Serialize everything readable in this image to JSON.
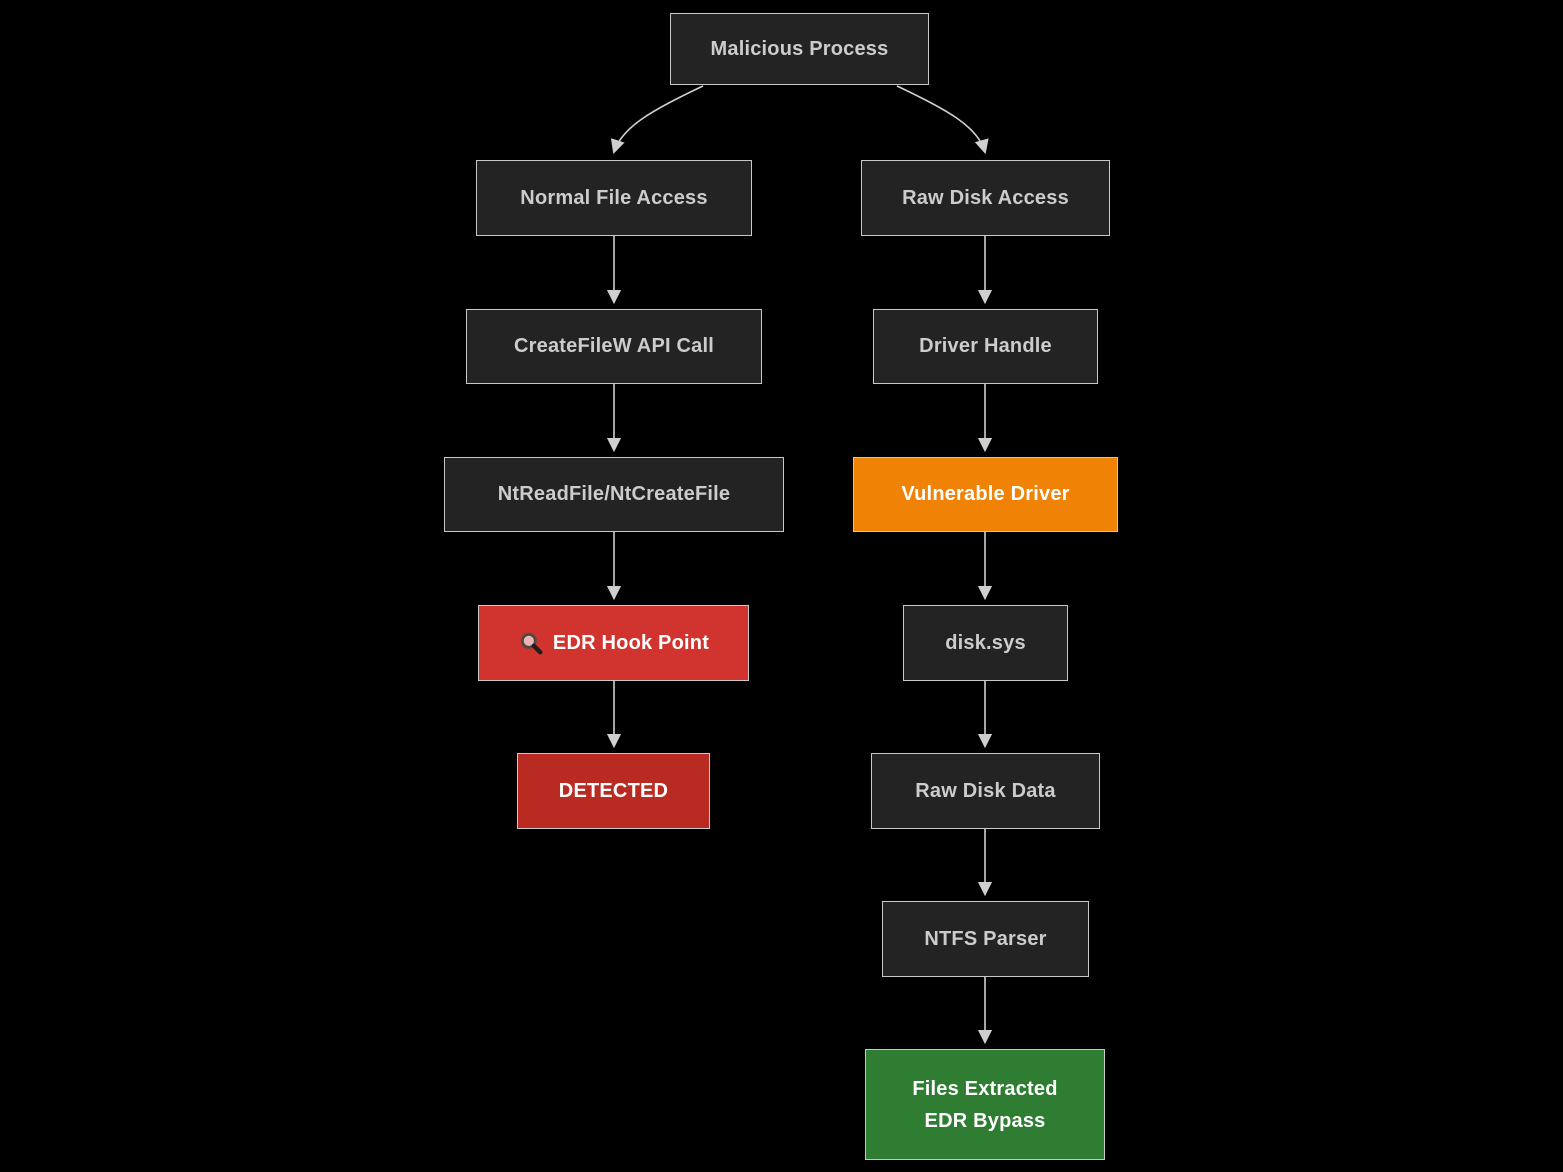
{
  "diagram": {
    "type": "flowchart",
    "nodes": {
      "malicious_process": {
        "label": "Malicious Process"
      },
      "normal_file_access": {
        "label": "Normal File Access"
      },
      "raw_disk_access": {
        "label": "Raw Disk Access"
      },
      "createfilew": {
        "label": "CreateFileW API Call"
      },
      "driver_handle": {
        "label": "Driver Handle"
      },
      "ntreadfile": {
        "label": "NtReadFile/NtCreateFile"
      },
      "vulnerable_driver": {
        "label": "Vulnerable Driver"
      },
      "edr_hook_point": {
        "label": "EDR Hook Point",
        "icon": "magnifier-icon"
      },
      "disk_sys": {
        "label": "disk.sys"
      },
      "detected": {
        "label": "DETECTED"
      },
      "raw_disk_data": {
        "label": "Raw Disk Data"
      },
      "ntfs_parser": {
        "label": "NTFS Parser"
      },
      "files_extracted": {
        "line1": "Files Extracted",
        "line2": "EDR Bypass"
      }
    },
    "edges": [
      {
        "from": "Malicious Process",
        "to": "Normal File Access"
      },
      {
        "from": "Malicious Process",
        "to": "Raw Disk Access"
      },
      {
        "from": "Normal File Access",
        "to": "CreateFileW API Call"
      },
      {
        "from": "CreateFileW API Call",
        "to": "NtReadFile/NtCreateFile"
      },
      {
        "from": "NtReadFile/NtCreateFile",
        "to": "EDR Hook Point"
      },
      {
        "from": "EDR Hook Point",
        "to": "DETECTED"
      },
      {
        "from": "Raw Disk Access",
        "to": "Driver Handle"
      },
      {
        "from": "Driver Handle",
        "to": "Vulnerable Driver"
      },
      {
        "from": "Vulnerable Driver",
        "to": "disk.sys"
      },
      {
        "from": "disk.sys",
        "to": "Raw Disk Data"
      },
      {
        "from": "Raw Disk Data",
        "to": "NTFS Parser"
      },
      {
        "from": "NTFS Parser",
        "to": "Files Extracted / EDR Bypass"
      }
    ],
    "colors": {
      "background": "#000000",
      "node_fill": "#232323",
      "node_border": "#c8c8c8",
      "node_text": "#cccccc",
      "alert_fill": "#d1342f",
      "detected_fill": "#b92a22",
      "warning_fill": "#f08206",
      "success_fill": "#2f7d32",
      "edge_color": "#d0d0d0",
      "white_text": "#ffffff"
    }
  }
}
